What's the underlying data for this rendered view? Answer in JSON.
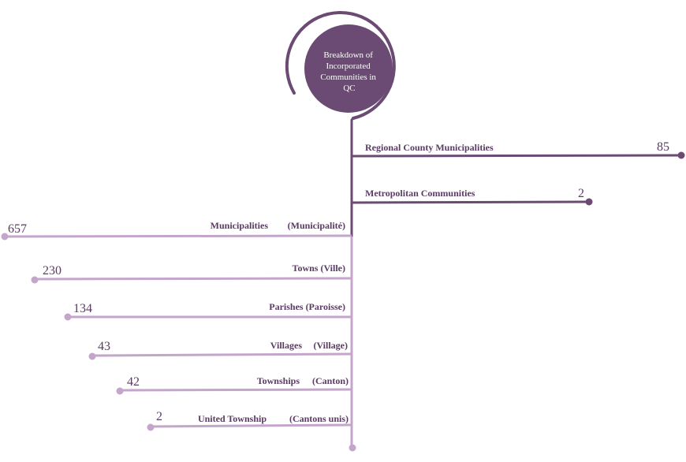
{
  "title": {
    "lines": [
      "Breakdown of",
      "Incorporated",
      "Communities in",
      "QC"
    ]
  },
  "colors": {
    "dark": "#6b4a73",
    "light": "#c4a6cb",
    "text": "#5a3b63"
  },
  "branches": [
    {
      "label_main": "Regional County Municipalities",
      "label_alt": "",
      "value": "85"
    },
    {
      "label_main": "Metropolitan Communities",
      "label_alt": "",
      "value": "2"
    },
    {
      "label_main": "Municipalities",
      "label_alt": "(Municipalité)",
      "value": "657"
    },
    {
      "label_main": "Towns (Ville)",
      "label_alt": "",
      "value": "230"
    },
    {
      "label_main": "Parishes (Paroisse)",
      "label_alt": "",
      "value": "134"
    },
    {
      "label_main": "Villages",
      "label_alt": "(Village)",
      "value": "43"
    },
    {
      "label_main": "Townships",
      "label_alt": "(Canton)",
      "value": "42"
    },
    {
      "label_main": "United Township",
      "label_alt": "(Cantons unis)",
      "value": "2"
    }
  ]
}
